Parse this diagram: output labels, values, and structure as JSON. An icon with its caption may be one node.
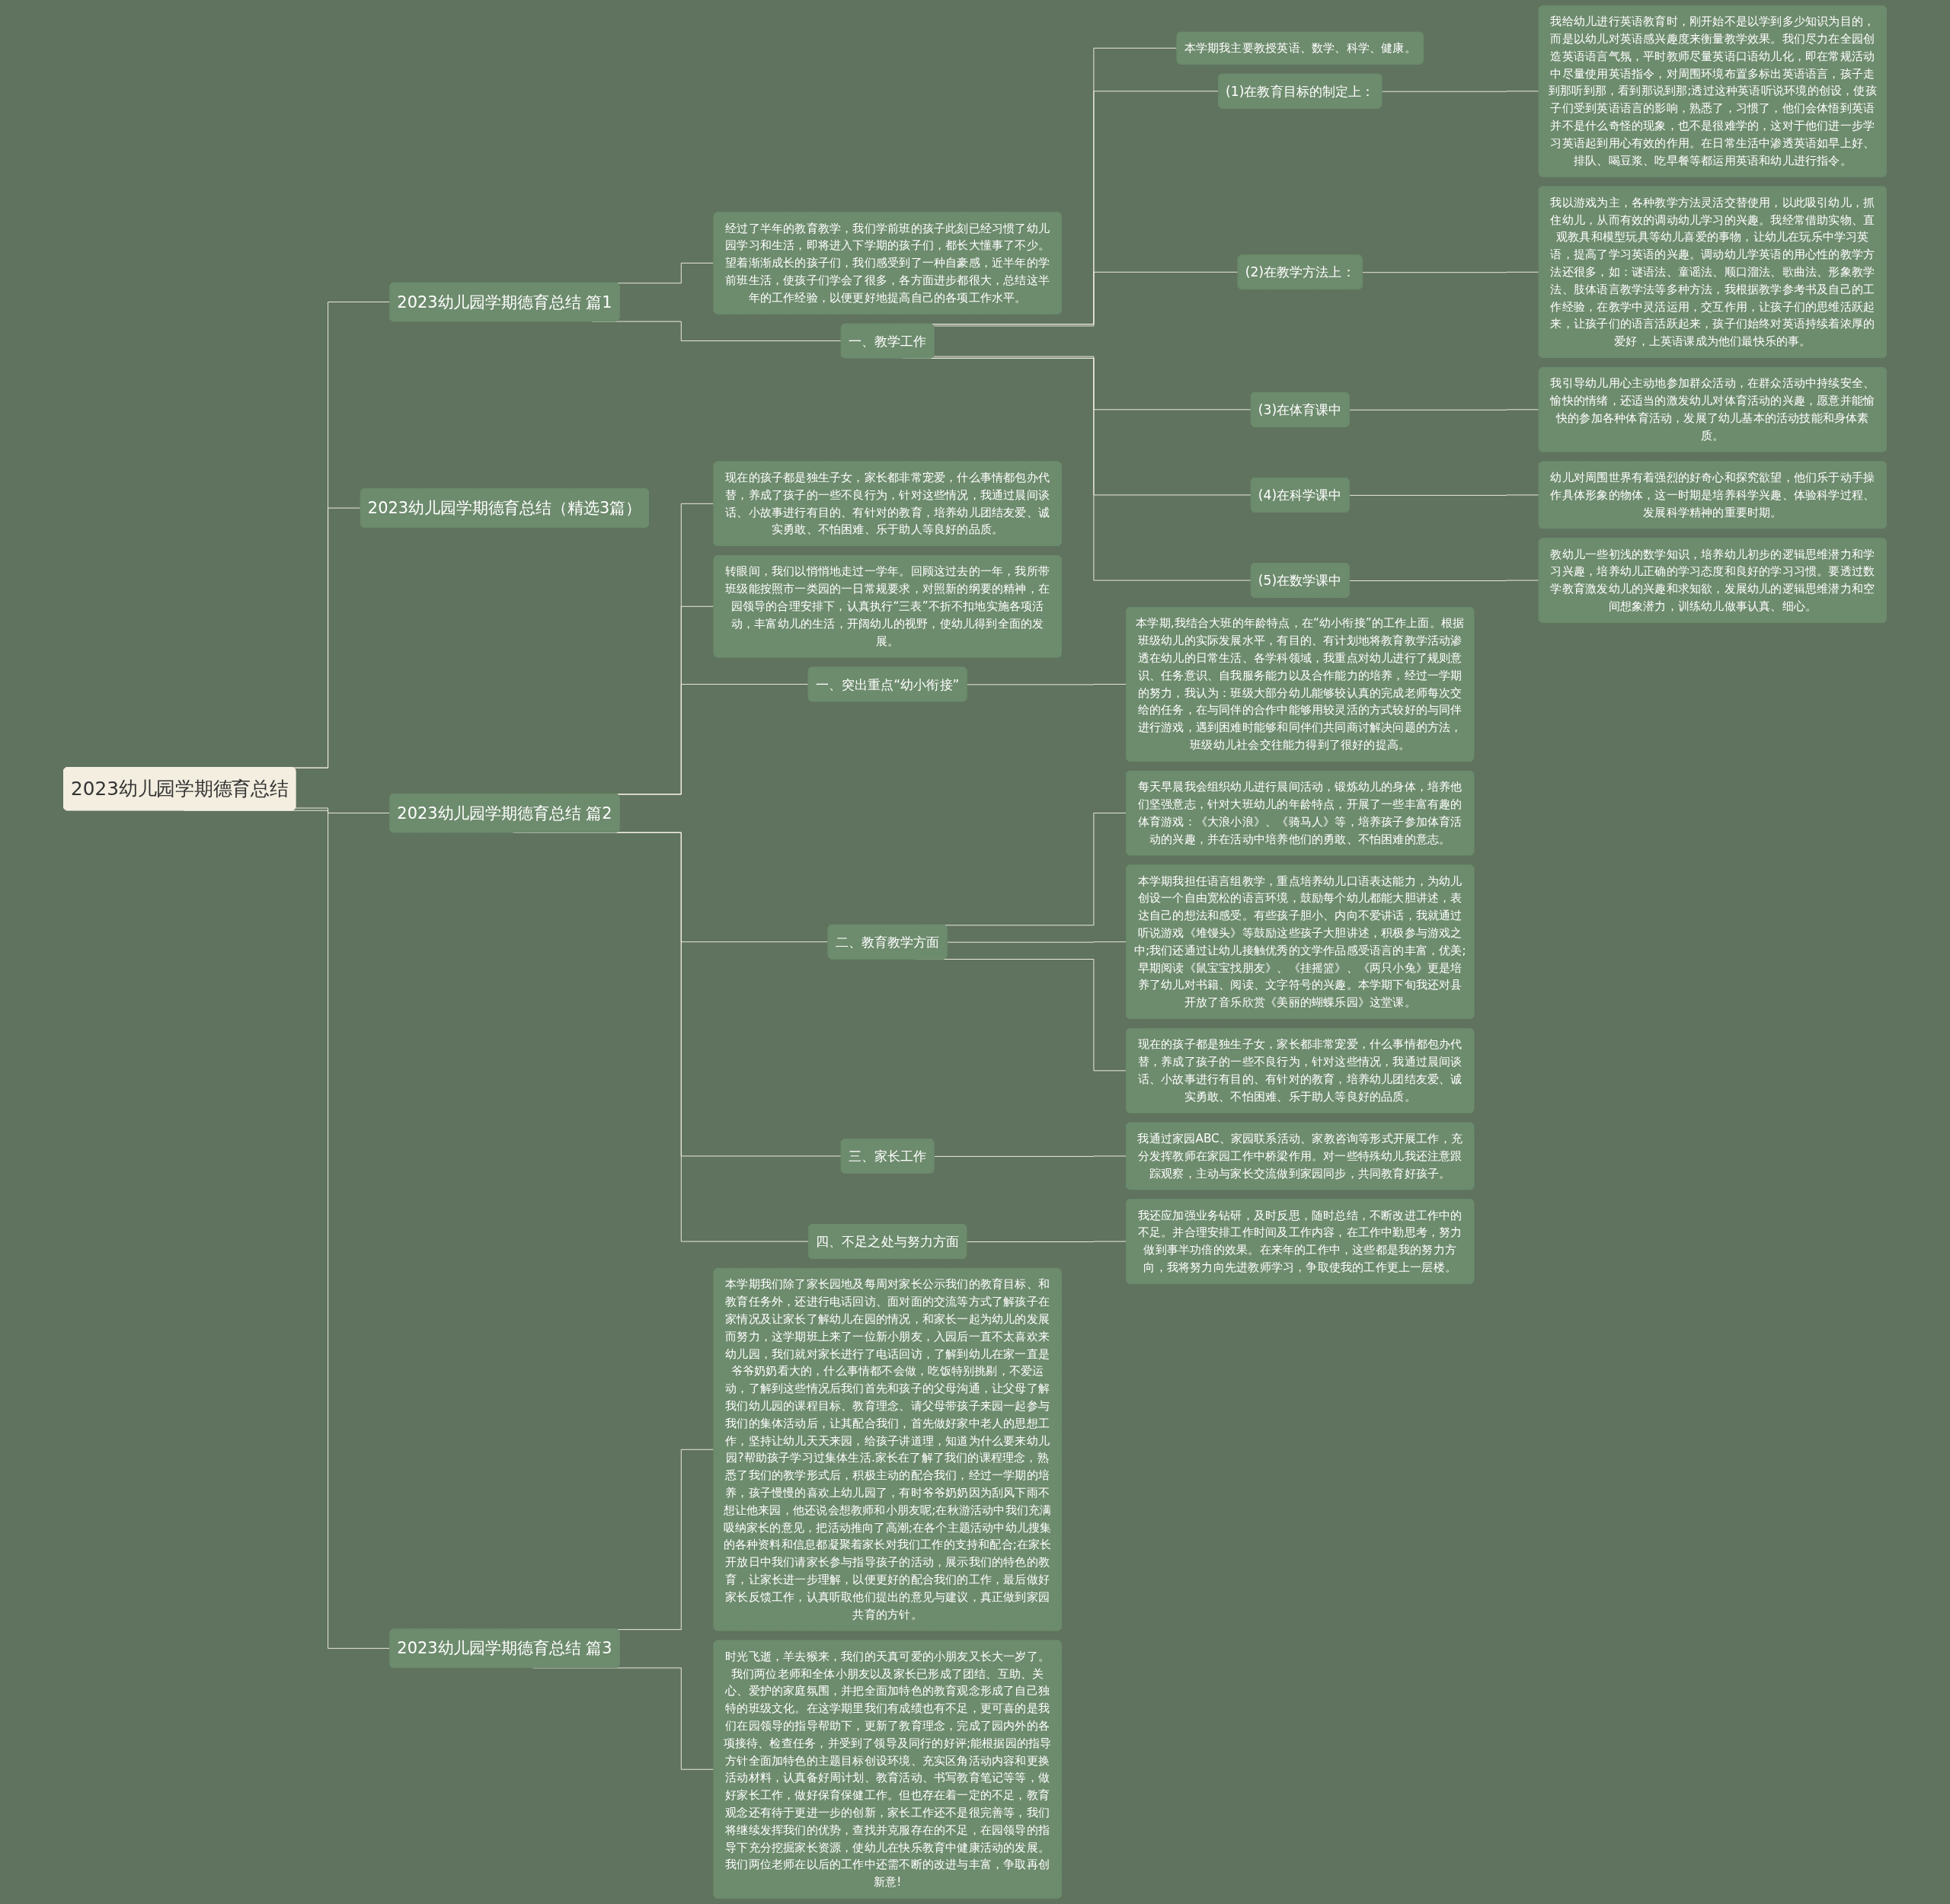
{
  "diagram": {
    "nodes": [
      {
        "text": [
          "2023幼儿园学期德育总结"
        ]
      },
      {
        "text": [
          "2023幼儿园学期德育总结 篇1"
        ]
      },
      {
        "text": [
          "经过了半年的教育教学，我们学前班的孩子此刻已经习惯了幼儿园学习和生活，即将进入下学期的孩子们，都长大懂事了不少。望着渐渐成长的孩子们，我们感受到了一种自豪感，近半年的学前班生活，使孩子们学会了很多，各方面进步都很大，总结这半年的工作经验，以便更好地提高自己的各项工作水平。"
        ]
      },
      {
        "text": [
          "一、教学工作"
        ]
      },
      {
        "text": [
          "本学期我主要教授英语、数学、科学、健康。"
        ]
      },
      {
        "text": [
          "(1)在教育目标的制定上："
        ]
      },
      {
        "text": [
          "我给幼儿进行英语教育时，刚开始不是以学到多少知识为目的，而是以幼儿对英语感兴趣度来衡量教学效果。我们尽力在全园创造英语语言气氛，平时教师尽量英语口语幼儿化，即在常规活动中尽量使用英语指令，对周围环境布置多标出英语语言，孩子走到那听到那，看到那说到那;透过这种英语听说环境的创设，使孩子们受到英语语言的影响，熟悉了，习惯了，他们会体悟到英语并不是什么奇怪的现象，也不是很难学的，这对于他们进一步学习英语起到用心有效的作用。在日常生活中渗透英语如早上好、排队、喝豆浆、吃早餐等都运用英语和幼儿进行指令。"
        ]
      },
      {
        "text": [
          "(2)在教学方法上："
        ]
      },
      {
        "text": [
          "我以游戏为主，各种教学方法灵活交替使用，以此吸引幼儿，抓住幼儿，从而有效的调动幼儿学习的兴趣。我经常借助实物、直观教具和模型玩具等幼儿喜爱的事物，让幼儿在玩乐中学习英语，提高了学习英语的兴趣。调动幼儿学英语的用心性的教学方法还很多，如：谜语法、童谣法、顺口溜法、歌曲法、形象教学法、肢体语言教学法等多种方法，我根据教学参考书及自己的工作经验，在教学中灵活运用，交互作用，让孩子们的思维活跃起来，让孩子们的语言活跃起来，孩子们始终对英语持续着浓厚的爱好，上英语课成为他们最快乐的事。"
        ]
      },
      {
        "text": [
          "(3)在体育课中"
        ]
      },
      {
        "text": [
          "我引导幼儿用心主动地参加群众活动，在群众活动中持续安全、愉快的情绪，还适当的激发幼儿对体育活动的兴趣，愿意并能愉快的参加各种体育活动，发展了幼儿基本的活动技能和身体素质。"
        ]
      },
      {
        "text": [
          "(4)在科学课中"
        ]
      },
      {
        "text": [
          "幼儿对周围世界有着强烈的好奇心和探究欲望，他们乐于动手操作具体形象的物体，这一时期是培养科学兴趣、体验科学过程、发展科学精神的重要时期。"
        ]
      },
      {
        "text": [
          "(5)在数学课中"
        ]
      },
      {
        "text": [
          "教幼儿一些初浅的数学知识，培养幼儿初步的逻辑思维潜力和学习兴趣，培养幼儿正确的学习态度和良好的学习习惯。要透过数学教育激发幼儿的兴趣和求知欲，发展幼儿的逻辑思维潜力和空间想象潜力，训练幼儿做事认真、细心。"
        ]
      },
      {
        "text": [
          "2023幼儿园学期德育总结（精选3篇）"
        ]
      },
      {
        "text": [
          "2023幼儿园学期德育总结 篇2"
        ]
      },
      {
        "text": [
          "现在的孩子都是独生子女，家长都非常宠爱，什么事情都包办代替，养成了孩子的一些不良行为，针对这些情况，我通过晨间谈话、小故事进行有目的、有针对的教育，培养幼儿团结友爱、诚实勇敢、不怕困难、乐于助人等良好的品质。"
        ]
      },
      {
        "text": [
          "转眼间，我们以悄悄地走过一学年。回顾这过去的一年，我所带班级能按照市一类园的一日常规要求，对照新的纲要的精神，在园领导的合理安排下，认真执行“三表”不折不扣地实施各项活动，丰富幼儿的生活，开阔幼儿的视野，使幼儿得到全面的发展。"
        ]
      },
      {
        "text": [
          "一、突出重点“幼小衔接”"
        ]
      },
      {
        "text": [
          "本学期,我结合大班的年龄特点，在“幼小衔接”的工作上面。根据班级幼儿的实际发展水平，有目的、有计划地将教育教学活动渗透在幼儿的日常生活、各学科领域，我重点对幼儿进行了规则意识、任务意识、自我服务能力以及合作能力的培养，经过一学期的努力，我认为：班级大部分幼儿能够较认真的完成老师每次交给的任务，在与同伴的合作中能够用较灵活的方式较好的与同伴进行游戏，遇到困难时能够和同伴们共同商讨解决问题的方法，班级幼儿社会交往能力得到了很好的提高。"
        ]
      },
      {
        "text": [
          "二、教育教学方面"
        ]
      },
      {
        "text": [
          "每天早晨我会组织幼儿进行晨间活动，锻炼幼儿的身体，培养他们坚强意志，针对大班幼儿的年龄特点，开展了一些丰富有趣的体育游戏：《大浪小浪》、《骑马人》等，培养孩子参加体育活动的兴趣，并在活动中培养他们的勇敢、不怕困难的意志。"
        ]
      },
      {
        "text": [
          "本学期我担任语言组教学，重点培养幼儿口语表达能力，为幼儿创设一个自由宽松的语言环境，鼓励每个幼儿都能大胆讲述，表达自己的想法和感受。有些孩子胆小、内向不爱讲话，我就通过听说游戏《堆馒头》等鼓励这些孩子大胆讲述，积极参与游戏之中;我们还通过让幼儿接触优秀的文学作品感受语言的丰富，优美;早期阅读《鼠宝宝找朋友》、《挂摇篮》、《两只小兔》更是培养了幼儿对书籍、阅读、文字符号的兴趣。本学期下旬我还对县开放了音乐欣赏《美丽的蝴蝶乐园》这堂课。"
        ]
      },
      {
        "text": [
          "现在的孩子都是独生子女，家长都非常宠爱，什么事情都包办代替，养成了孩子的一些不良行为，针对这些情况，我通过晨间谈话、小故事进行有目的、有针对的教育，培养幼儿团结友爱、诚实勇敢、不怕困难、乐于助人等良好的品质。"
        ]
      },
      {
        "text": [
          "三、家长工作"
        ]
      },
      {
        "text": [
          "我通过家园ABC、家园联系活动、家教咨询等形式开展工作，充分发挥教师在家园工作中桥梁作用。对一些特殊幼儿我还注意跟踪观察，主动与家长交流做到家园同步，共同教育好孩子。"
        ]
      },
      {
        "text": [
          "四、不足之处与努力方面"
        ]
      },
      {
        "text": [
          "我还应加强业务钻研，及时反思，随时总结，不断改进工作中的不足。并合理安排工作时间及工作内容，在工作中勤思考，努力做到事半功倍的效果。在来年的工作中，这些都是我的努力方向，我将努力向先进教师学习，争取使我的工作更上一层楼。"
        ]
      },
      {
        "text": [
          "2023幼儿园学期德育总结 篇3"
        ]
      },
      {
        "text": [
          "本学期我们除了家长园地及每周对家长公示我们的教育目标、和教育任务外，还进行电话回访、面对面的交流等方式了解孩子在家情况及让家长了解幼儿在园的情况，和家长一起为幼儿的发展而努力，这学期班上来了一位新小朋友，入园后一直不太喜欢来幼儿园，我们就对家长进行了电话回访，了解到幼儿在家一直是爷爷奶奶看大的，什么事情都不会做，吃饭特别挑剔，不爱运动，了解到这些情况后我们首先和孩子的父母沟通，让父母了解我们幼儿园的课程目标、教育理念、请父母带孩子来园一起参与我们的集体活动后，让其配合我们，首先做好家中老人的思想工作，坚持让幼儿天天来园，给孩子讲道理，知道为什么要来幼儿园?帮助孩子学习过集体生活.家长在了解了我们的课程理念，熟悉了我们的教学形式后，积极主动的配合我们，经过一学期的培养，孩子慢慢的喜欢上幼儿园了，有时爷爷奶奶因为刮风下雨不想让他来园，他还说会想教师和小朋友呢;在秋游活动中我们充满吸纳家长的意见，把活动推向了高潮;在各个主题活动中幼儿搜集的各种资料和信息都凝聚着家长对我们工作的支持和配合;在家长开放日中我们请家长参与指导孩子的活动，展示我们的特色的教育，让家长进一步理解，以便更好的配合我们的工作，最后做好家长反馈工作，认真听取他们提出的意见与建议，真正做到家园共育的方针。"
        ]
      },
      {
        "text": [
          "时光飞逝，羊去猴来，我们的天真可爱的小朋友又长大一岁了。我们两位老师和全体小朋友以及家长已形成了团结、互助、关心、爱护的家庭氛围，并把全面加特色的教育观念形成了自己独特的班级文化。在这学期里我们有成绩也有不足，更可喜的是我们在园领导的指导帮助下，更新了教育理念，完成了园内外的各项接待、检查任务，并受到了领导及同行的好评;能根据园的指导方针全面加特色的主题目标创设环境、充实区角活动内容和更换活动材料，认真备好周计划、教育活动、书写教育笔记等等，做好家长工作，做好保育保健工作。但也存在着一定的不足，教育观念还有待于更进一步的创新，家长工作还不是很完善等，我们将继续发挥我们的优势，查找并克服存在的不足，在园领导的指导下充分挖掘家长资源，使幼儿在快乐教育中健康活动的发展。我们两位老师在以后的工作中还需不断的改进与丰富，争取再创新意!"
        ]
      }
    ],
    "edges": [
      {
        "from": 0,
        "to": 1,
        "arrow": "none"
      },
      {
        "from": 1,
        "to": 2,
        "arrow": "none"
      },
      {
        "from": 1,
        "to": 3,
        "arrow": "none"
      },
      {
        "from": 3,
        "to": 4,
        "arrow": "none"
      },
      {
        "from": 3,
        "to": 5,
        "arrow": "none"
      },
      {
        "from": 5,
        "to": 6,
        "arrow": "none"
      },
      {
        "from": 3,
        "to": 7,
        "arrow": "none"
      },
      {
        "from": 7,
        "to": 8,
        "arrow": "none"
      },
      {
        "from": 3,
        "to": 9,
        "arrow": "none"
      },
      {
        "from": 9,
        "to": 10,
        "arrow": "none"
      },
      {
        "from": 3,
        "to": 11,
        "arrow": "none"
      },
      {
        "from": 11,
        "to": 12,
        "arrow": "none"
      },
      {
        "from": 3,
        "to": 13,
        "arrow": "none"
      },
      {
        "from": 13,
        "to": 14,
        "arrow": "none"
      },
      {
        "from": 0,
        "to": 15,
        "arrow": "none"
      },
      {
        "from": 0,
        "to": 16,
        "arrow": "none"
      },
      {
        "from": 16,
        "to": 17,
        "arrow": "none"
      },
      {
        "from": 16,
        "to": 18,
        "arrow": "none"
      },
      {
        "from": 16,
        "to": 19,
        "arrow": "none"
      },
      {
        "from": 19,
        "to": 20,
        "arrow": "none"
      },
      {
        "from": 16,
        "to": 21,
        "arrow": "none"
      },
      {
        "from": 21,
        "to": 22,
        "arrow": "none"
      },
      {
        "from": 21,
        "to": 23,
        "arrow": "none"
      },
      {
        "from": 21,
        "to": 24,
        "arrow": "none"
      },
      {
        "from": 16,
        "to": 25,
        "arrow": "none"
      },
      {
        "from": 25,
        "to": 26,
        "arrow": "none"
      },
      {
        "from": 16,
        "to": 27,
        "arrow": "none"
      },
      {
        "from": 27,
        "to": 28,
        "arrow": "none"
      },
      {
        "from": 0,
        "to": 29,
        "arrow": "none"
      },
      {
        "from": 29,
        "to": 30,
        "arrow": "none"
      },
      {
        "from": 29,
        "to": 31,
        "arrow": "none"
      }
    ]
  }
}
